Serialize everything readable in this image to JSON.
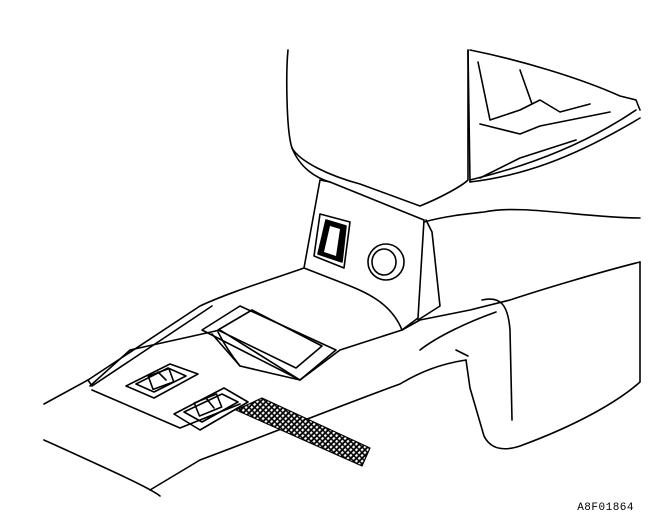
{
  "figure": {
    "reference_code": "A8F01864",
    "line_color": "#000000",
    "background_color": "#ffffff",
    "callout_arrow_fill": "#6b6b6b"
  },
  "parts": [
    {
      "id": "armrest-lid",
      "icon": "armrest-lid-shape"
    },
    {
      "id": "rear-console",
      "icon": "console-rear-shape"
    },
    {
      "id": "rocker-switch",
      "icon": "rocker-switch-shape"
    },
    {
      "id": "round-knob",
      "icon": "round-knob-shape"
    },
    {
      "id": "ashtray-tray",
      "icon": "tray-shape"
    },
    {
      "id": "switch-left",
      "icon": "window-switch-shape"
    },
    {
      "id": "switch-right",
      "icon": "window-switch-shape"
    },
    {
      "id": "callout-arrow",
      "icon": "hatched-arrow-shape"
    }
  ]
}
